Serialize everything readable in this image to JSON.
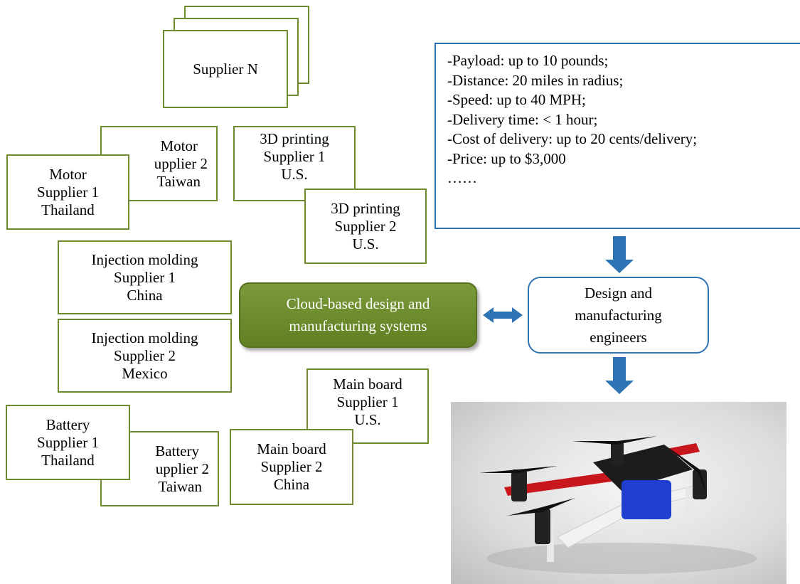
{
  "suppliers": {
    "supplier_n": {
      "lines": [
        "Supplier N"
      ]
    },
    "motor_2": {
      "lines": [
        "Motor",
        "upplier 2",
        "Taiwan"
      ]
    },
    "motor_1": {
      "lines": [
        "Motor",
        "Supplier 1",
        "Thailand"
      ]
    },
    "printing_1": {
      "lines": [
        "3D printing",
        "Supplier 1",
        "U.S."
      ]
    },
    "printing_2": {
      "lines": [
        "3D printing",
        "Supplier 2",
        "U.S."
      ]
    },
    "injection_1": {
      "lines": [
        "Injection molding",
        "Supplier 1",
        "China"
      ]
    },
    "injection_2": {
      "lines": [
        "Injection molding",
        "Supplier 2",
        "Mexico"
      ]
    },
    "battery_1": {
      "lines": [
        "Battery",
        "Supplier 1",
        "Thailand"
      ]
    },
    "battery_2": {
      "lines": [
        "Battery",
        "upplier 2",
        "Taiwan"
      ]
    },
    "mainboard_1": {
      "lines": [
        "Main board",
        "Supplier 1",
        "U.S."
      ]
    },
    "mainboard_2": {
      "lines": [
        "Main board",
        "Supplier 2",
        "China"
      ]
    }
  },
  "specs": [
    "-Payload: up to 10 pounds;",
    "-Distance: 20 miles in radius;",
    "-Speed: up to 40 MPH;",
    "-Delivery time: < 1 hour;",
    "-Cost of delivery: up to 20 cents/delivery;",
    "-Price: up to $3,000",
    "……"
  ],
  "cloud": {
    "lines": [
      "Cloud-based design and",
      "manufacturing systems"
    ]
  },
  "engineers": {
    "lines": [
      "Design and",
      "manufacturing",
      "engineers"
    ]
  },
  "colors": {
    "box_border": "#6e8b32",
    "cloud_fill": "#6b8e2a",
    "blue": "#2e74b5"
  }
}
